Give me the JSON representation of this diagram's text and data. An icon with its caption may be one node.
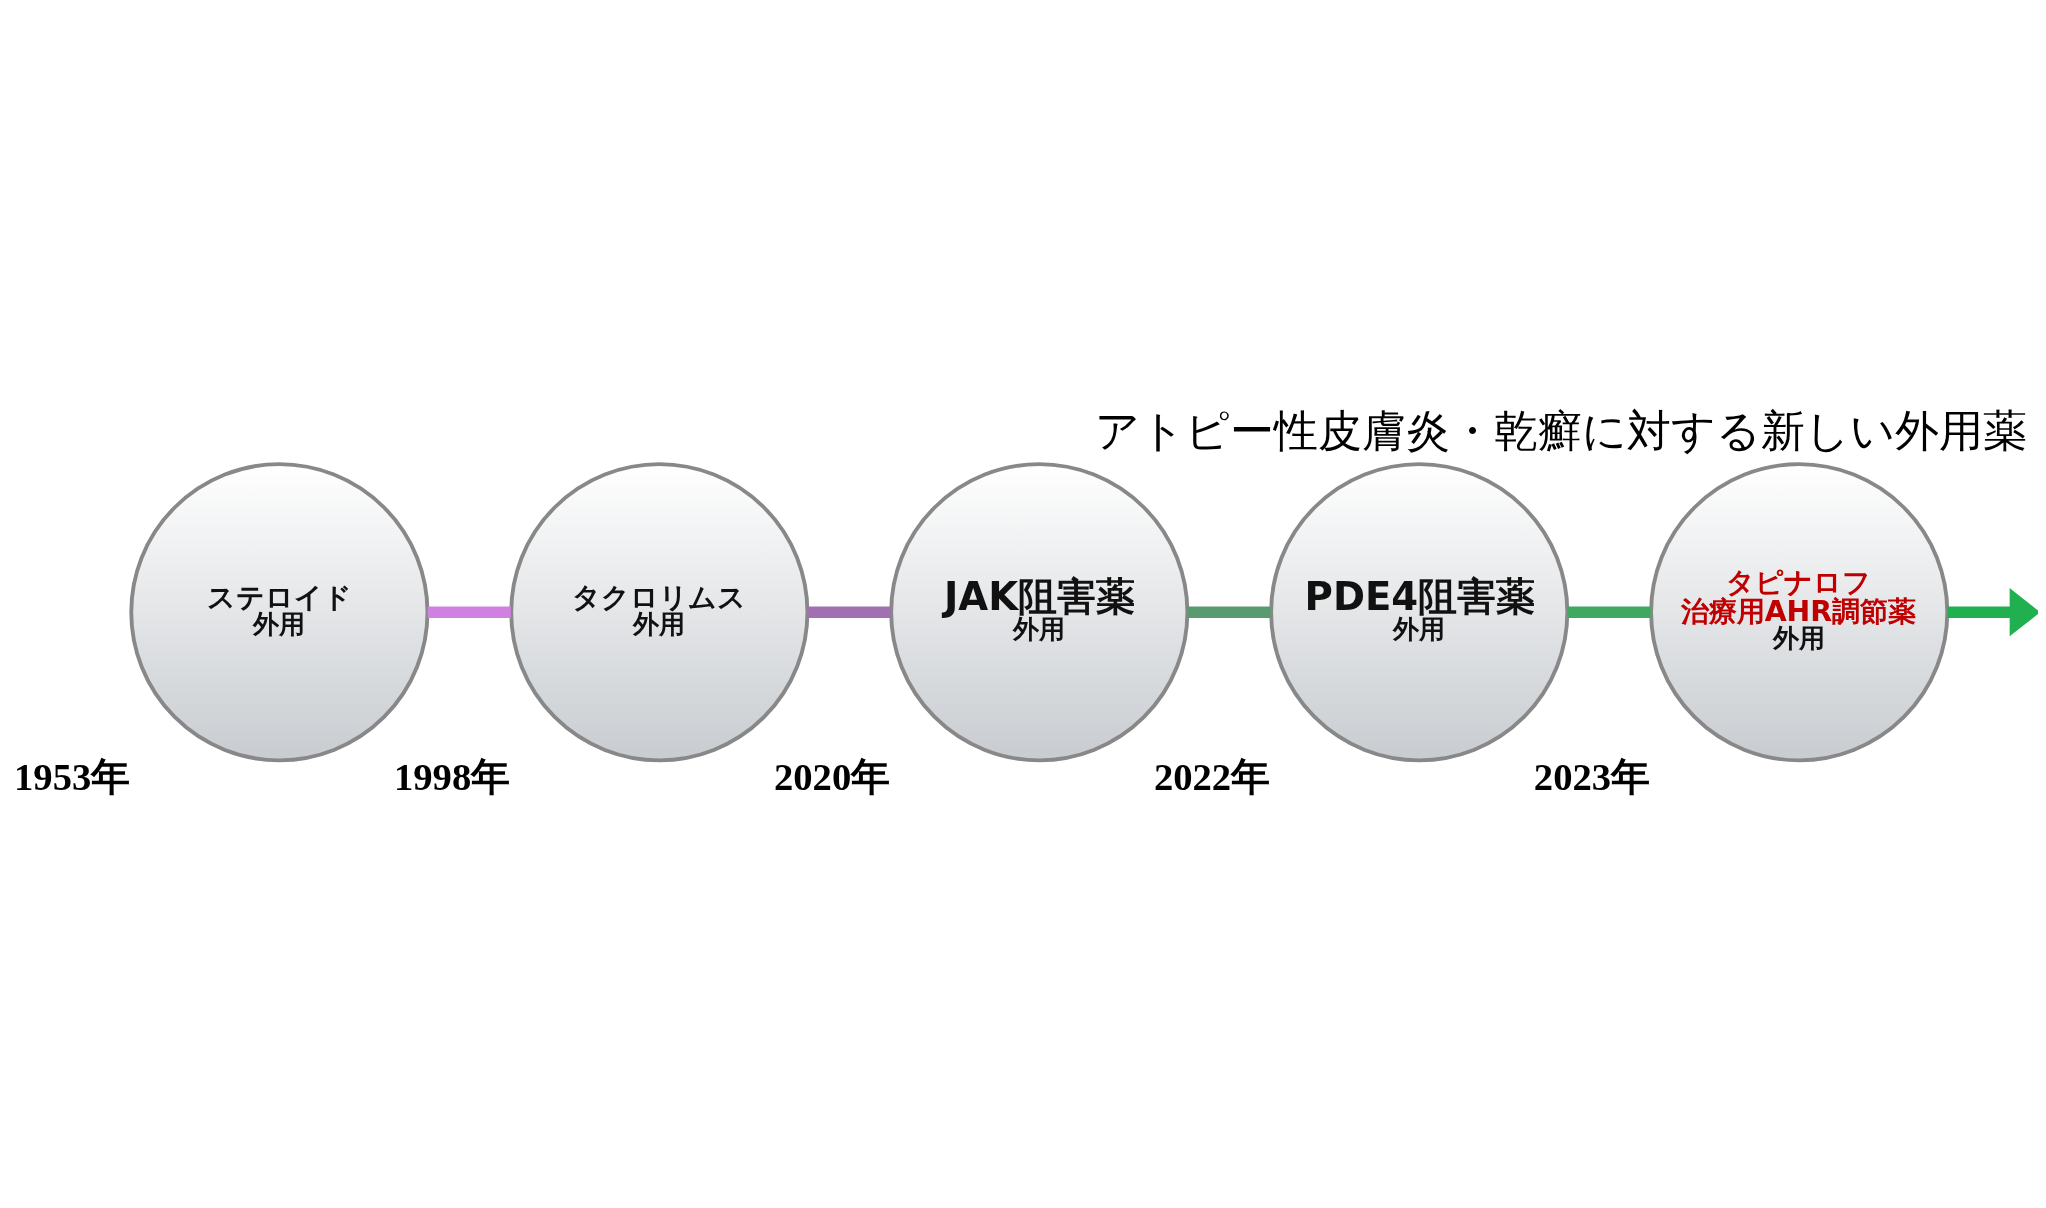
{
  "diagram": {
    "title": "アトピー性皮膚炎・乾癬に対する新しい外用薬",
    "nodes": [
      {
        "text": [
          "ステロイド",
          "外用"
        ],
        "beside": [
          "1953年"
        ]
      },
      {
        "text": [
          "タクロリムス",
          "外用"
        ],
        "beside": [
          "1998年"
        ]
      },
      {
        "text": [
          "JAK阻害薬",
          "外用"
        ],
        "beside": [
          "2020年"
        ]
      },
      {
        "text": [
          "PDE4阻害薬",
          "外用"
        ],
        "beside": [
          "2022年"
        ]
      },
      {
        "text": [
          "タピナロフ",
          "治療用AHR調節薬",
          "外用"
        ],
        "beside": [
          "2023年"
        ]
      }
    ],
    "edges": [
      {
        "from": 0,
        "to": 1,
        "arrow": "none",
        "color": "#d080e0"
      },
      {
        "from": 1,
        "to": 2,
        "arrow": "none",
        "color": "#a070b0"
      },
      {
        "from": 2,
        "to": 3,
        "arrow": "none",
        "color": "#5a9a70"
      },
      {
        "from": 3,
        "to": 4,
        "arrow": "none",
        "color": "#40a860"
      },
      {
        "from": 4,
        "to": null,
        "arrow": "to",
        "color": "#20b050"
      }
    ]
  }
}
